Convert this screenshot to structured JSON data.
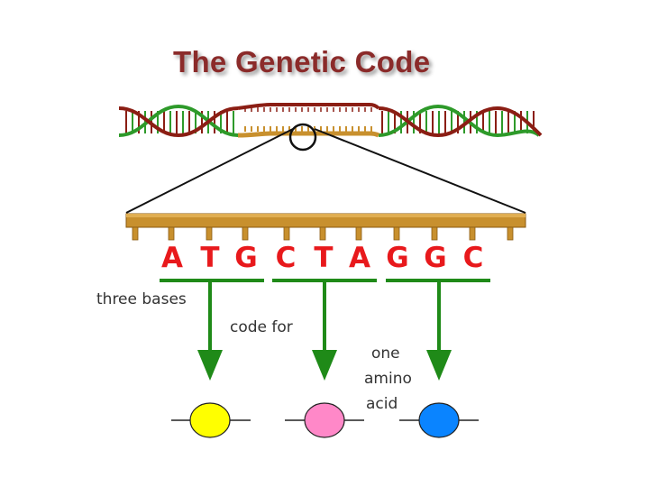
{
  "title": "The Genetic Code",
  "bases": [
    "A",
    "T",
    "G",
    "C",
    "T",
    "A",
    "G",
    "G",
    "C"
  ],
  "labels": {
    "three_bases": "three bases",
    "code_for": "code for",
    "one": "one",
    "amino": "amino",
    "acid": "acid"
  },
  "amino_acids": [
    {
      "color": "#ffff00"
    },
    {
      "color": "#ff88c8"
    },
    {
      "color": "#0a84ff"
    }
  ],
  "colors": {
    "title": "#8b2b2a",
    "bases": "#e8191c",
    "arrows": "#1f8a18",
    "strand": "#c8902e",
    "dna_red": "#8b1e14",
    "dna_green": "#2e9a2a"
  }
}
